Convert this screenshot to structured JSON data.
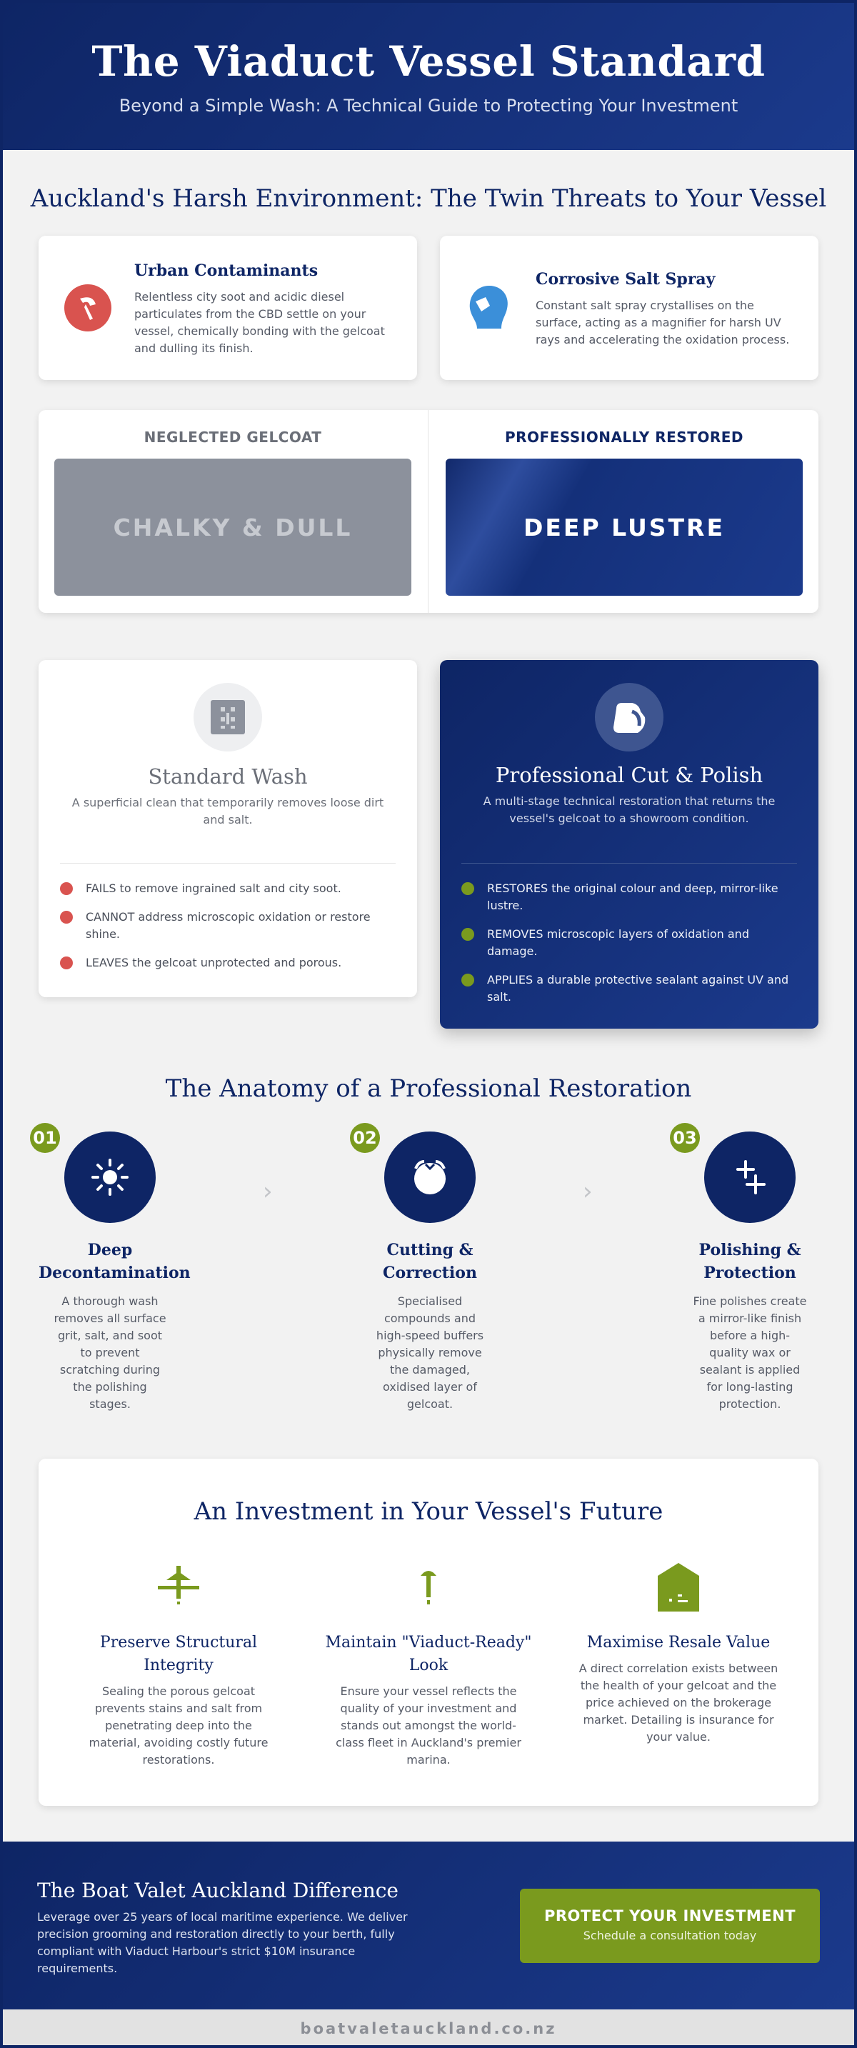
{
  "header": {
    "title": "The Viaduct Vessel Standard",
    "subtitle": "Beyond a Simple Wash: A Technical Guide to Protecting Your Investment"
  },
  "threats": {
    "heading": "Auckland's Harsh Environment: The Twin Threats to Your Vessel",
    "items": [
      {
        "title": "Urban Contaminants",
        "text": "Relentless city soot and acidic diesel particulates from the CBD settle on your vessel, chemically bonding with the gelcoat and dulling its finish.",
        "icon": "smog-icon",
        "color": "#d9534f"
      },
      {
        "title": "Corrosive Salt Spray",
        "text": "Constant salt spray crystallises on the surface, acting as a magnifier for harsh UV rays and accelerating the oxidation process.",
        "icon": "wave-icon",
        "color": "#3b8fd9"
      }
    ]
  },
  "comparison": {
    "before_label": "NEGLECTED GELCOAT",
    "before_text": "CHALKY & DULL",
    "after_label": "PROFESSIONALLY RESTORED",
    "after_text": "DEEP LUSTRE"
  },
  "services": {
    "wash": {
      "title": "Standard Wash",
      "desc": "A superficial clean that temporarily removes loose dirt and salt.",
      "icon": "spray-bottle-icon",
      "items": [
        "FAILS to remove ingrained salt and city soot.",
        "CANNOT address microscopic oxidation or restore shine.",
        "LEAVES the gelcoat unprotected and porous."
      ]
    },
    "polish": {
      "title": "Professional Cut & Polish",
      "desc": "A multi-stage technical restoration that returns the vessel's gelcoat to a showroom condition.",
      "icon": "gem-icon",
      "items": [
        "RESTORES the original colour and deep, mirror-like lustre.",
        "REMOVES microscopic layers of oxidation and damage.",
        "APPLIES a durable protective sealant against UV and salt."
      ]
    }
  },
  "anatomy": {
    "heading": "The Anatomy of a Professional Restoration",
    "steps": [
      {
        "num": "01",
        "title": "Deep Decontamination",
        "text": "A thorough wash removes all surface grit, salt, and soot to prevent scratching during the polishing stages.",
        "icon": "sun-icon"
      },
      {
        "num": "02",
        "title": "Cutting & Correction",
        "text": "Specialised compounds and high-speed buffers physically remove the damaged, oxidised layer of gelcoat.",
        "icon": "buffer-icon"
      },
      {
        "num": "03",
        "title": "Polishing & Protection",
        "text": "Fine polishes create a mirror-like finish before a high-quality wax or sealant is applied for long-lasting protection.",
        "icon": "sparkle-icon"
      }
    ]
  },
  "investment": {
    "heading": "An Investment in Your Vessel's Future",
    "items": [
      {
        "title": "Preserve Structural Integrity",
        "text": "Sealing the porous gelcoat prevents stains and salt from penetrating deep into the material, avoiding costly future restorations.",
        "icon": "shield-structure-icon"
      },
      {
        "title": "Maintain \"Viaduct-Ready\" Look",
        "text": "Ensure your vessel reflects the quality of your investment and stands out amongst the world-class fleet in Auckland's premier marina.",
        "icon": "anchor-icon"
      },
      {
        "title": "Maximise Resale Value",
        "text": "A direct correlation exists between the health of your gelcoat and the price achieved on the brokerage market. Detailing is insurance for your value.",
        "icon": "value-tag-icon"
      }
    ]
  },
  "footer": {
    "title": "The Boat Valet Auckland Difference",
    "text": "Leverage over 25 years of local maritime experience. We deliver precision grooming and restoration directly to your berth, fully compliant with Viaduct Harbour's strict $10M insurance requirements.",
    "cta_main": "PROTECT YOUR INVESTMENT",
    "cta_sub": "Schedule a consultation today",
    "domain": "boatvaletauckland.co.nz"
  },
  "colors": {
    "navy": "#0e2565",
    "green": "#7a9a1e",
    "red": "#d9534f",
    "blue": "#3b8fd9"
  }
}
